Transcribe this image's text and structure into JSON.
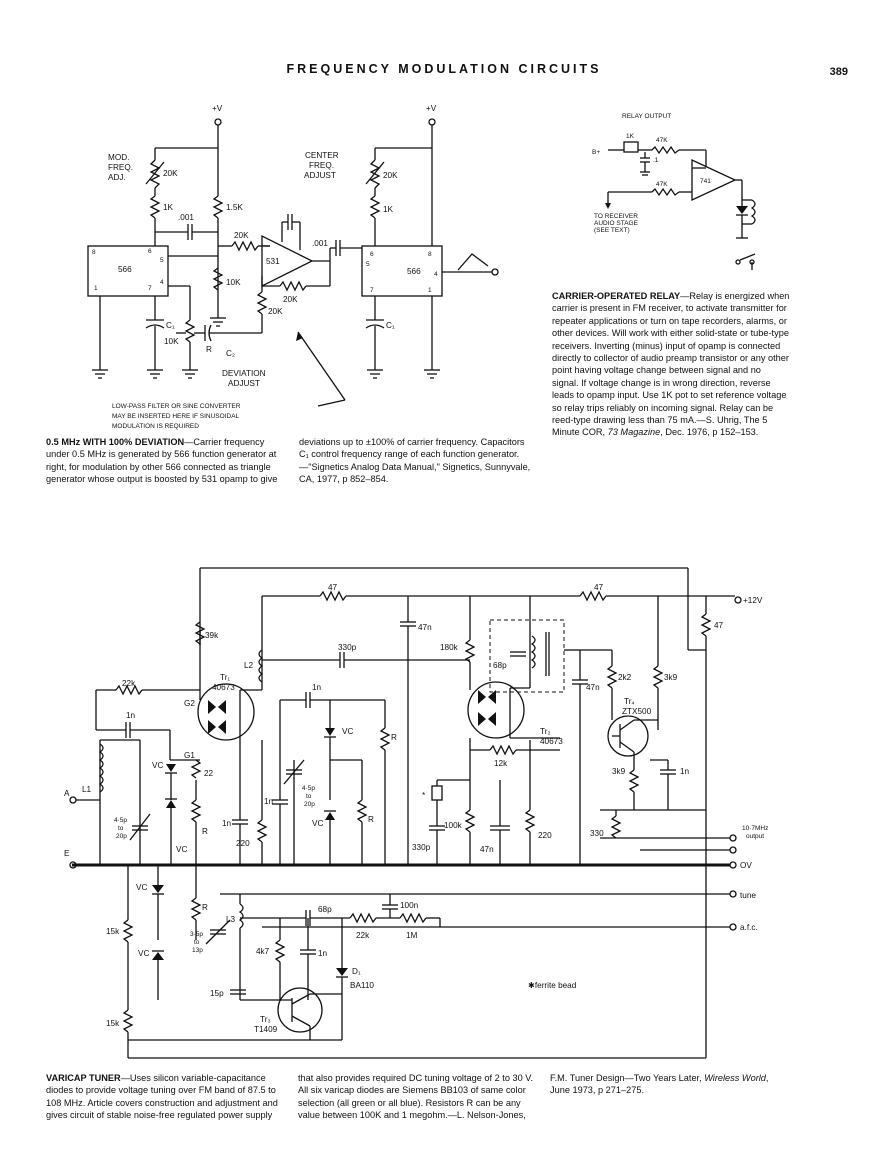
{
  "header": {
    "title": "FREQUENCY MODULATION CIRCUITS",
    "page_number": "389"
  },
  "fig1": {
    "labels": {
      "vplus_1": "+V",
      "vplus_2": "+V",
      "mod_freq": "MOD.",
      "mod_freq2": "FREQ.",
      "mod_freq3": "ADJ.",
      "r20k_a": "20K",
      "r1k_a": "1K",
      "c001_a": ".001",
      "r15k": "1.5K",
      "r20k_b": "20K",
      "r10k_a": "10K",
      "ic566_a": "566",
      "ic531": "531",
      "c001_b": ".001",
      "center": "CENTER",
      "center2": "FREQ.",
      "center3": "ADJUST",
      "r20k_c": "20K",
      "r1k_b": "1K",
      "ic566_b": "566",
      "r20k_d": "20K",
      "r20k_e": "20K",
      "c1_a": "C₁",
      "r10k_b": "10K",
      "r_label": "R",
      "c2": "C₂",
      "c1_b": "C₁",
      "deviation": "DEVIATION",
      "deviation2": "ADJUST",
      "pin8a": "8",
      "pin6a": "6",
      "pin5a": "5",
      "pin1a": "1",
      "pin7a": "7",
      "pin4a": "4",
      "pin6b": "6",
      "pin5b": "5",
      "pin8b": "8",
      "pin4b": "4",
      "pin7b": "7",
      "pin1b": "1",
      "lowpass1": "LOW-PASS FILTER OR SINE CONVERTER",
      "lowpass2": "MAY BE INSERTED HERE IF SINUSOIDAL",
      "lowpass3": "MODULATION IS REQUIRED"
    },
    "caption_title": "0.5 MHz WITH 100% DEVIATION",
    "caption_body": "—Carrier frequency under 0.5 MHz is generated by 566 function generator at right, for modulation by other 566 connected as triangle generator whose output is boosted by 531 opamp to give deviations up to ±100% of carrier frequency. Capacitors C₁ control frequency range of each function generator.—\"Signetics Analog Data Manual,\" Signetics, Sunnyvale, CA, 1977, p 852–854."
  },
  "fig2": {
    "labels": {
      "relay_output": "RELAY OUTPUT",
      "r1k": "1K",
      "r47k_a": "47K",
      "r47k_b": "47K",
      "bplus": "B+",
      "c_val": ".1",
      "ic741": "741",
      "to_receiver1": "TO RECEIVER",
      "to_receiver2": "AUDIO STAGE",
      "to_receiver3": "(SEE TEXT)"
    },
    "caption_title": "CARRIER-OPERATED RELAY",
    "caption_body": "—Relay is energized when carrier is present in FM receiver, to activate transmitter for repeater applications or turn on tape recorders, alarms, or other devices. Will work with either solid-state or tube-type receivers. Inverting (minus) input of opamp is connected directly to collector of audio preamp transistor or any other point having voltage change between signal and no signal. If voltage change is in wrong direction, reverse leads to opamp input. Use 1K pot to set reference voltage so relay trips reliably on incoming signal. Relay can be reed-type drawing less than 75 mA.—S. Uhrig, The 5 Minute COR, ",
    "caption_italic": "73 Magazine",
    "caption_end": ", Dec. 1976, p 152–153."
  },
  "fig3": {
    "labels": {
      "r47_a": "47",
      "r47_b": "47",
      "plus12v": "+12V",
      "r47_c": "47",
      "r39k": "39k",
      "c47n_a": "47n",
      "c330p": "330p",
      "r180k": "180k",
      "c68p_a": "68p",
      "l2": "L2",
      "tr1": "Tr₁",
      "tr1_part": "40673",
      "r22k_a": "22k",
      "c1n_a": "1n",
      "c1n_b": "1n",
      "g2": "G2",
      "g1": "G1",
      "vc_a": "VC",
      "vc_b": "VC",
      "r22": "22",
      "l1": "L1",
      "term_a": "A",
      "term_e": "E",
      "c45p": "4·5p",
      "c45p_to": "to",
      "c45p_20": "20p",
      "vc_c": "VC",
      "r_a": "R",
      "c1n_c": "1n",
      "r220_a": "220",
      "c1n_d": "1n",
      "c45p_b": "4·5p",
      "c45p_b_to": "to",
      "c45p_b_20": "20p",
      "vc_d": "VC",
      "r_b": "R",
      "r_c": "R",
      "c47n_b": "47n",
      "r2k2": "2k2",
      "r3k9_a": "3k9",
      "tr4": "Tr₄",
      "tr4_part": "ZTX500",
      "tr2": "Tr₂",
      "tr2_part": "40673",
      "r12k": "12k",
      "r3k9_b": "3k9",
      "c1n_e": "1n",
      "ferrite": "*",
      "r100k_a": "100k",
      "c330p_b": "330p",
      "c47n_c": "47n",
      "r220_b": "220",
      "r330": "330",
      "out_107": "10·7MHz",
      "out_107b": "output",
      "out_0v": "OV",
      "vc_e": "VC",
      "r_d": "R",
      "l3": "L3",
      "c68p_b": "68p",
      "c100n": "100n",
      "out_tune": "tune",
      "r15k_a": "15k",
      "vc_f": "VC",
      "c35p": "3·5p",
      "c35p_to": "to",
      "c35p_13": "13p",
      "r4k7": "4k7",
      "c1n_f": "1n",
      "r22k_b": "22k",
      "r1m": "1M",
      "out_afc": "a.f.c.",
      "d1": "D₁",
      "d1_part": "BA110",
      "c15p": "15p",
      "tr3": "Tr₃",
      "tr3_part": "T1409",
      "r15k_b": "15k",
      "ferrite_note": "✱ferrite bead"
    },
    "caption_title": "VARICAP TUNER",
    "caption_body": "—Uses silicon variable-capacitance diodes to provide voltage tuning over FM band of 87.5 to 108 MHz. Article covers construction and adjustment and gives circuit of stable noise-free regulated power supply that also provides required DC tuning voltage of 2 to 30 V. All six varicap diodes are Siemens BB103 of same color selection (all green or all blue). Resistors R can be any value between 100K and 1 megohm.—L. Nelson-Jones, F.M. Tuner Design—Two Years Later, ",
    "caption_italic": "Wireless World",
    "caption_end": ", June 1973, p 271–275."
  }
}
